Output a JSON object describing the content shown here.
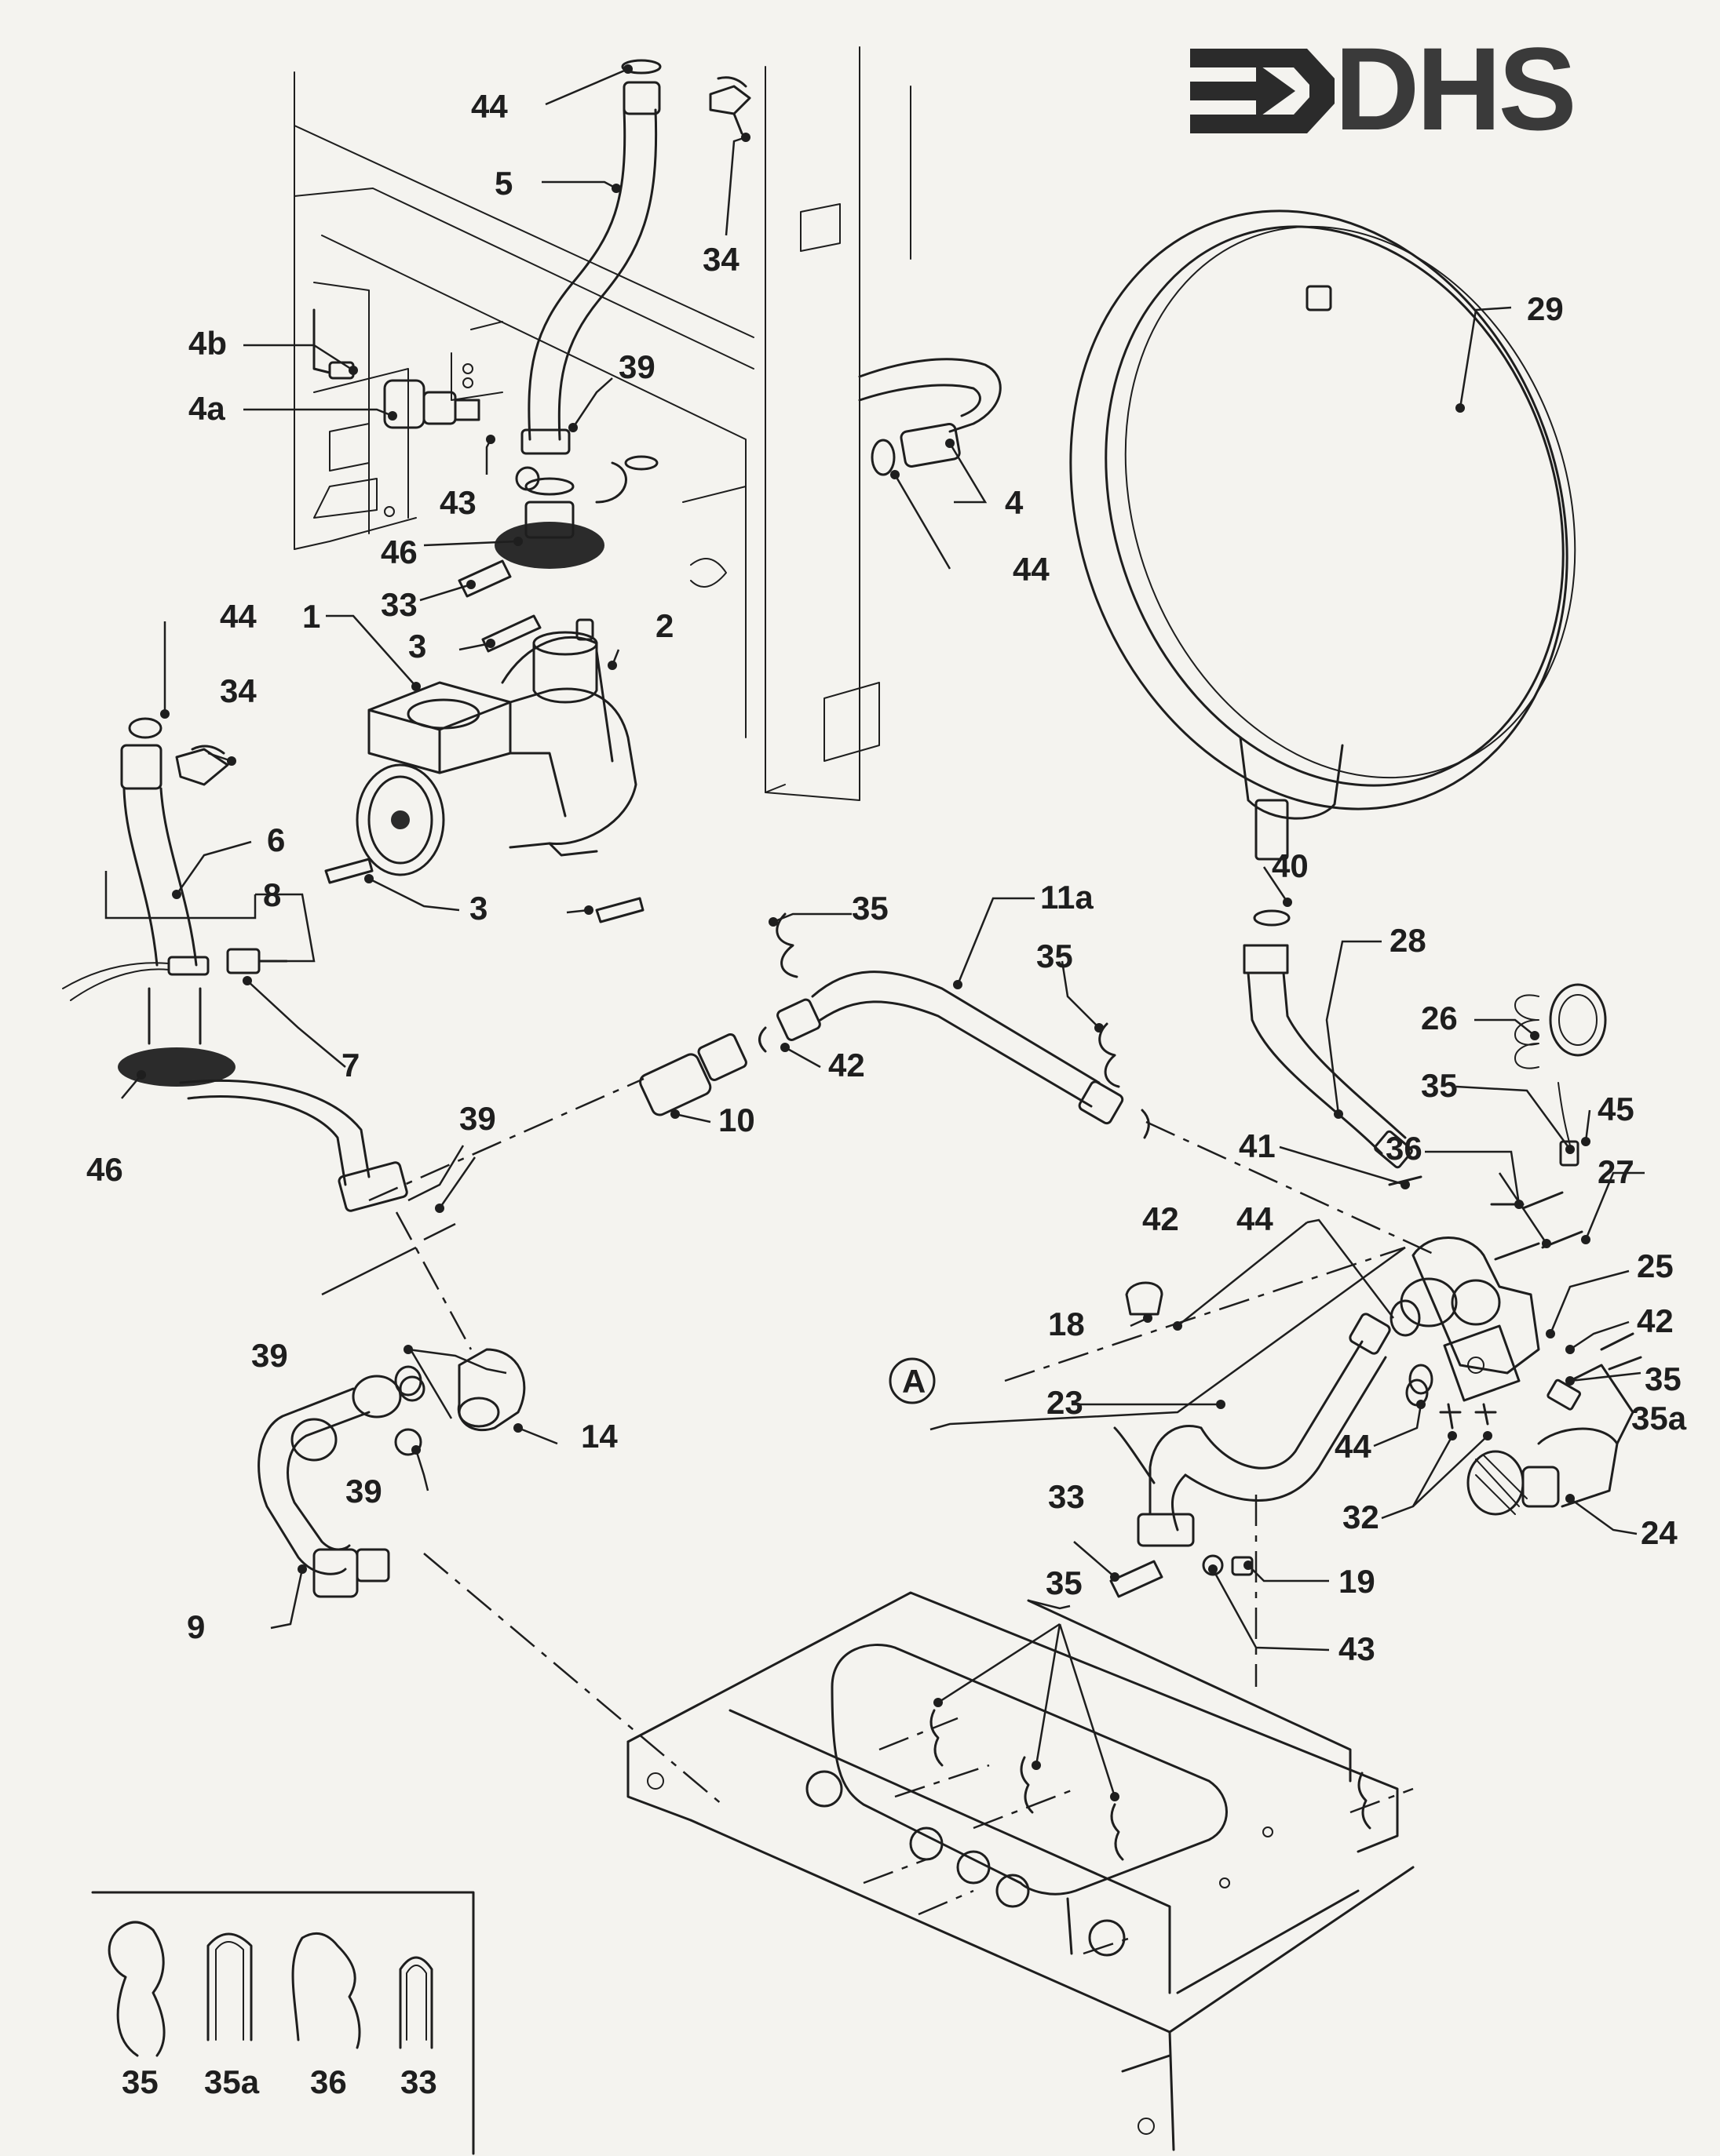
{
  "brand": {
    "name": "DHS"
  },
  "callouts": {
    "c44a": "44",
    "c5": "5",
    "c34a": "34",
    "c4b": "4b",
    "c4a": "4a",
    "c39a": "39",
    "c43a": "43",
    "c46a": "46",
    "c33a": "33",
    "c4": "4",
    "c44b": "44",
    "c29": "29",
    "c44c": "44",
    "c1": "1",
    "c3a": "3",
    "c2": "2",
    "c34b": "34",
    "c6": "6",
    "c8": "8",
    "c3b": "3",
    "c7": "7",
    "c35a": "35",
    "c11a": "11a",
    "c35b": "35",
    "c42a": "42",
    "c10": "10",
    "c46b": "46",
    "c39b": "39",
    "c40": "40",
    "c28": "28",
    "c26": "26",
    "c35c": "35",
    "c45": "45",
    "c41": "41",
    "c36": "36",
    "c27": "27",
    "c42b": "42",
    "c44d": "44",
    "c25": "25",
    "c18": "18",
    "c42c": "42",
    "cA": "A",
    "c35d": "35",
    "c35a2": "35a",
    "c23": "23",
    "c44e": "44",
    "c39c": "39",
    "c14": "14",
    "c39d": "39",
    "c32": "32",
    "c24": "24",
    "c9": "9",
    "c33b": "33",
    "c19": "19",
    "c35e": "35",
    "c43b": "43"
  },
  "legend": {
    "items": [
      {
        "label": "35"
      },
      {
        "label": "35a"
      },
      {
        "label": "36"
      },
      {
        "label": "33"
      }
    ]
  }
}
